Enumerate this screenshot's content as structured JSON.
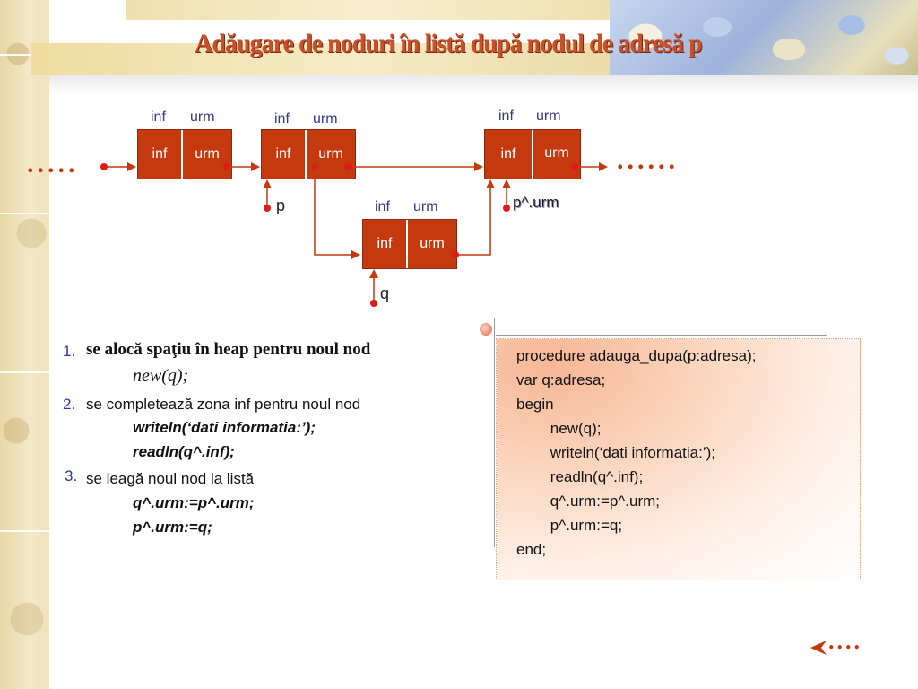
{
  "title": "Adăugare de noduri în listă după nodul de adresă p",
  "nodes": [
    {
      "header_inf": "inf",
      "header_urm": "urm",
      "cell_inf": "inf",
      "cell_urm": "urm"
    },
    {
      "header_inf": "inf",
      "header_urm": "urm",
      "cell_inf": "inf",
      "cell_urm": "urm"
    },
    {
      "header_inf": "inf",
      "header_urm": "urm",
      "cell_inf": "inf",
      "cell_urm": "urm"
    },
    {
      "header_inf": "inf",
      "header_urm": "urm",
      "cell_inf": "inf",
      "cell_urm": "urm"
    }
  ],
  "pointers": {
    "p": "p",
    "q": "q",
    "p_urm": "p^.urm"
  },
  "dots_left": ".....",
  "dots_right": "......",
  "steps": [
    {
      "num": "1.",
      "text": "se alocă spaţiu în heap pentru noul nod",
      "code": [
        "new(q);"
      ]
    },
    {
      "num": "2.",
      "text": "se completează zona inf pentru noul nod",
      "code": [
        "writeln(‘dati informatia:’);",
        "readln(q^.inf);"
      ]
    },
    {
      "num": "3.",
      "text": "se leagă noul nod la listă",
      "code": [
        "q^.urm:=p^.urm;",
        "p^.urm:=q;"
      ]
    }
  ],
  "code_lines": [
    "procedure adauga_dupa(p:adresa);",
    "var q:adresa;",
    "begin",
    "        new(q);",
    "        writeln(‘dati informatia:’);",
    "        readln(q^.inf);",
    "        q^.urm:=p^.urm;",
    "        p^.urm:=q;",
    "end;"
  ],
  "back_dots": "....",
  "colors": {
    "accent": "#c4390d",
    "title": "#c8502b",
    "label_blue": "#333a8a"
  },
  "icons": {
    "back": "back-arrow-icon"
  }
}
